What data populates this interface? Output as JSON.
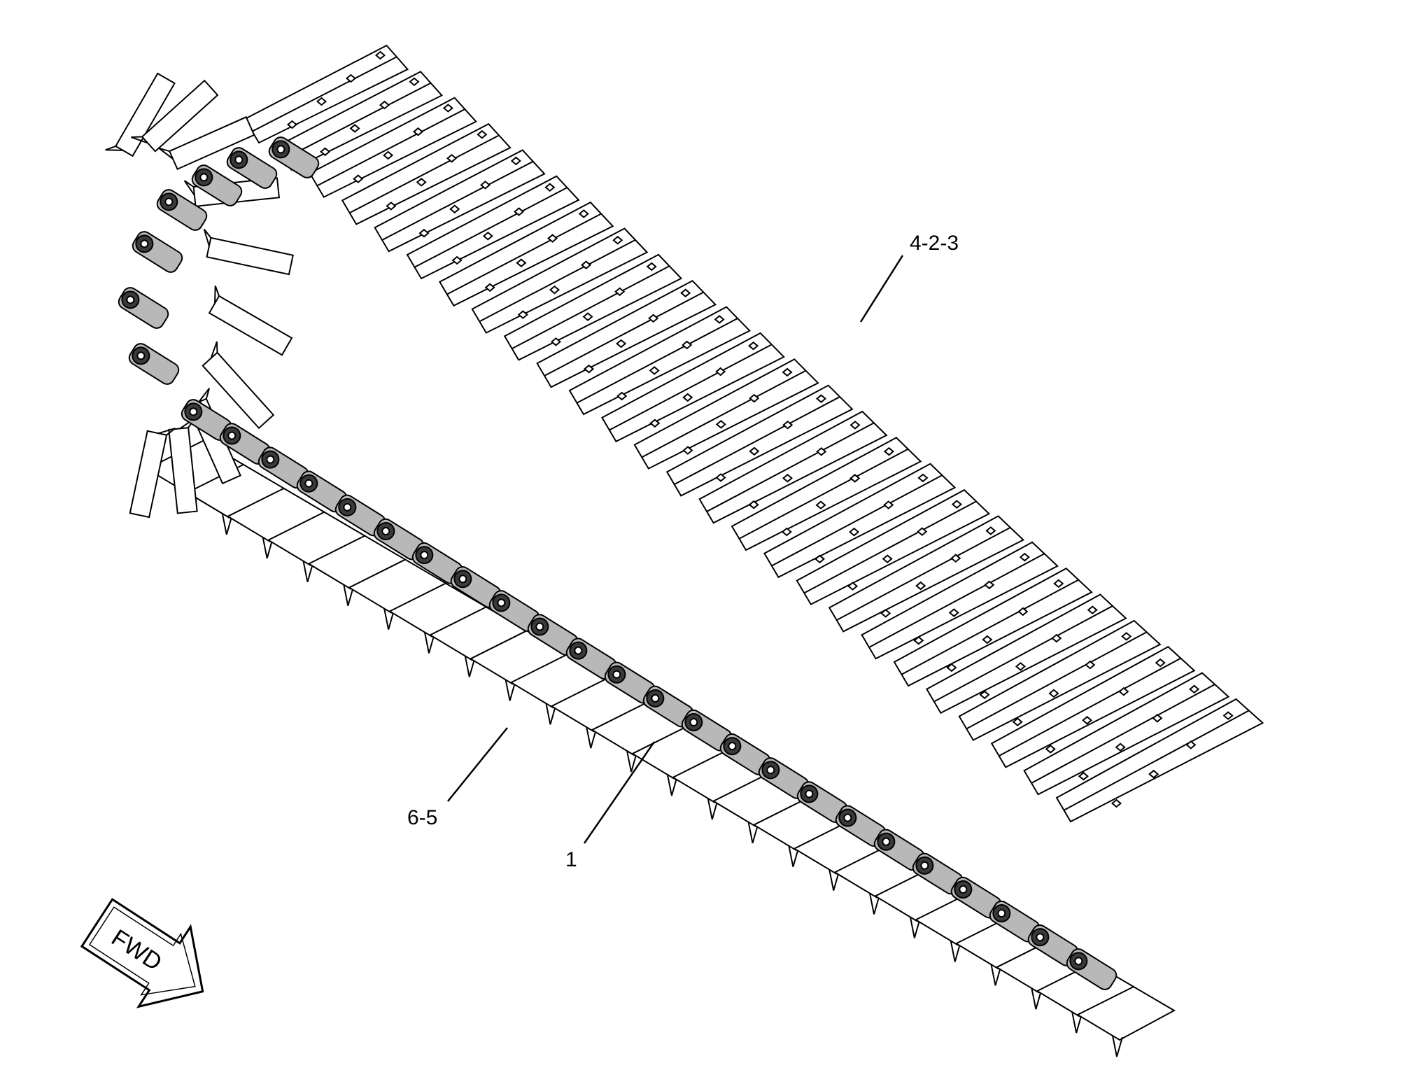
{
  "callouts": {
    "shoe_group": "4-2-3",
    "track_bolts": "6-5",
    "link_assembly": "1"
  },
  "direction_arrow": {
    "label": "FWD"
  },
  "colors": {
    "line": "#000000",
    "paper": "#ffffff",
    "link_shade": "#b8b8b8",
    "link_dark": "#3a3a3a"
  },
  "icons": [
    "fwd-arrow-icon"
  ]
}
